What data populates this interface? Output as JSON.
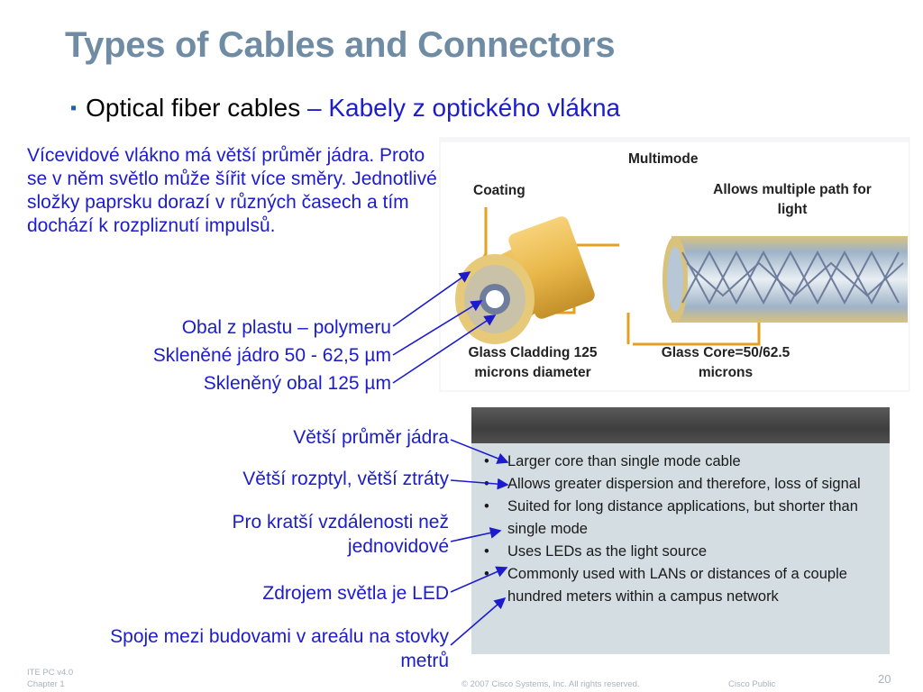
{
  "slide": {
    "title": "Types of Cables and Connectors",
    "bullet": "▪",
    "subtitle_black": "Optical fiber cables",
    "subtitle_blue": " – Kabely z optického vlákna",
    "description": "Vícevidové vlákno má větší průměr jádra. Proto se v něm světlo může šířit více směry. Jednotlivé složky paprsku dorazí v různých časech a tím dochází k rozpliznutí impulsů.",
    "labels_top": [
      "Obal z plastu – polymeru",
      "Skleněné jádro 50 - 62,5 µm",
      "Skleněný obal 125 µm"
    ],
    "labels_bottom": [
      "Větší průměr jádra",
      "Větší rozptyl, větší ztráty",
      "Pro kratší vzdálenosti než jednovidové",
      "Zdrojem světla je LED",
      "Spoje mezi budovami v areálu na stovky metrů"
    ]
  },
  "diagram": {
    "heading": "Multimode",
    "coating": "Coating",
    "allows": "Allows multiple path for light",
    "cladding": "Glass Cladding 125 microns diameter",
    "core": "Glass Core=50/62.5 microns",
    "colors": {
      "jacket": "#e9b84a",
      "cladding": "#c9c2a8",
      "core_ring": "#6e7d9c",
      "tube": "#b7c4d1",
      "leader": "#e6a020"
    }
  },
  "panel": {
    "bullet_char": "•",
    "items": [
      "Larger core than single mode cable",
      "Allows greater dispersion and therefore, loss of signal",
      "Suited for long distance applications, but shorter than single mode",
      "Uses LEDs as the light source",
      "Commonly used with LANs or distances of a couple hundred meters within a campus network"
    ]
  },
  "footer": {
    "line1": "ITE PC v4.0",
    "line2": "Chapter 1",
    "copyright": "© 2007 Cisco Systems, Inc. All rights reserved.",
    "classification": "Cisco Public",
    "page": "20"
  }
}
